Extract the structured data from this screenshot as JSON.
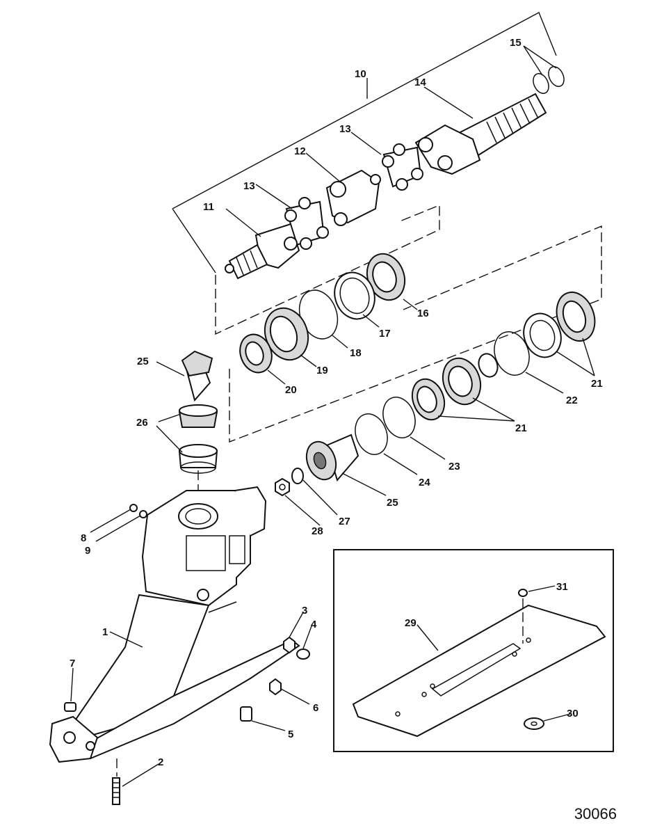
{
  "figure_id": "30066",
  "callouts": {
    "c1": "1",
    "c2": "2",
    "c3": "3",
    "c4": "4",
    "c5": "5",
    "c6": "6",
    "c7": "7",
    "c8": "8",
    "c9": "9",
    "c10": "10",
    "c11": "11",
    "c12": "12",
    "c13a": "13",
    "c13b": "13",
    "c14": "14",
    "c15": "15",
    "c16": "16",
    "c17": "17",
    "c18": "18",
    "c19": "19",
    "c20": "20",
    "c21a": "21",
    "c21b": "21",
    "c22": "22",
    "c23": "23",
    "c24": "24",
    "c25a": "25",
    "c25b": "25",
    "c26": "26",
    "c27": "27",
    "c28": "28",
    "c29": "29",
    "c30": "30",
    "c31": "31"
  }
}
